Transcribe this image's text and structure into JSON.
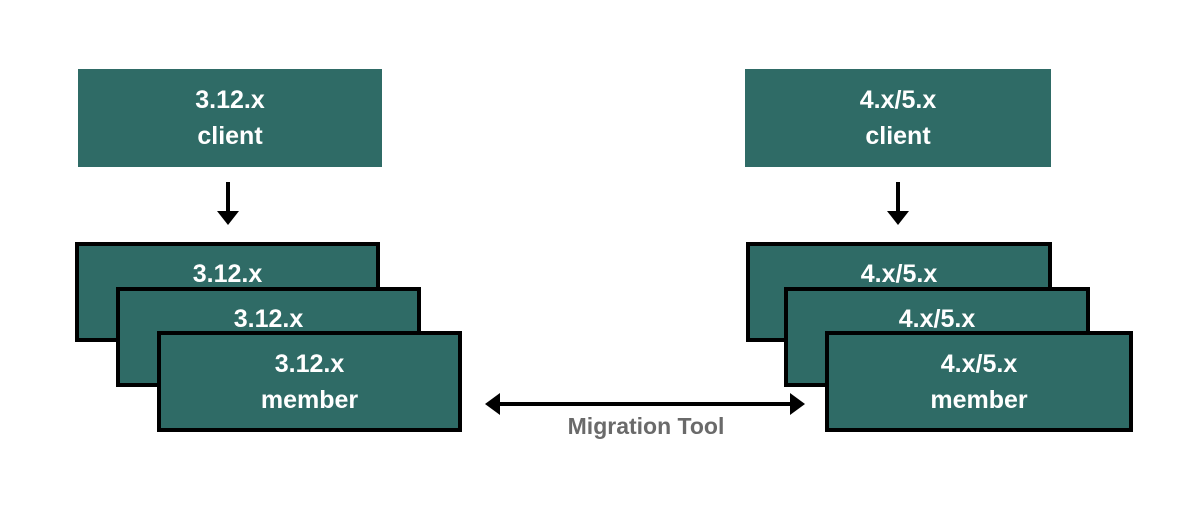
{
  "left_cluster": {
    "client": {
      "line1": "3.12.x",
      "line2": "client"
    },
    "members": [
      {
        "line1": "3.12.x",
        "line2": ""
      },
      {
        "line1": "3.12.x",
        "line2": ""
      },
      {
        "line1": "3.12.x",
        "line2": "member"
      }
    ]
  },
  "right_cluster": {
    "client": {
      "line1": "4.x/5.x",
      "line2": "client"
    },
    "members": [
      {
        "line1": "4.x/5.x",
        "line2": ""
      },
      {
        "line1": "4.x/5.x",
        "line2": ""
      },
      {
        "line1": "4.x/5.x",
        "line2": "member"
      }
    ]
  },
  "migration_tool": {
    "label": "Migration Tool"
  },
  "colors": {
    "box_fill": "#2F6B66",
    "box_border": "#000000",
    "box_text": "#FFFFFF",
    "arrow": "#000000",
    "label_text": "#6A6A6A",
    "background": "#FFFFFF"
  }
}
